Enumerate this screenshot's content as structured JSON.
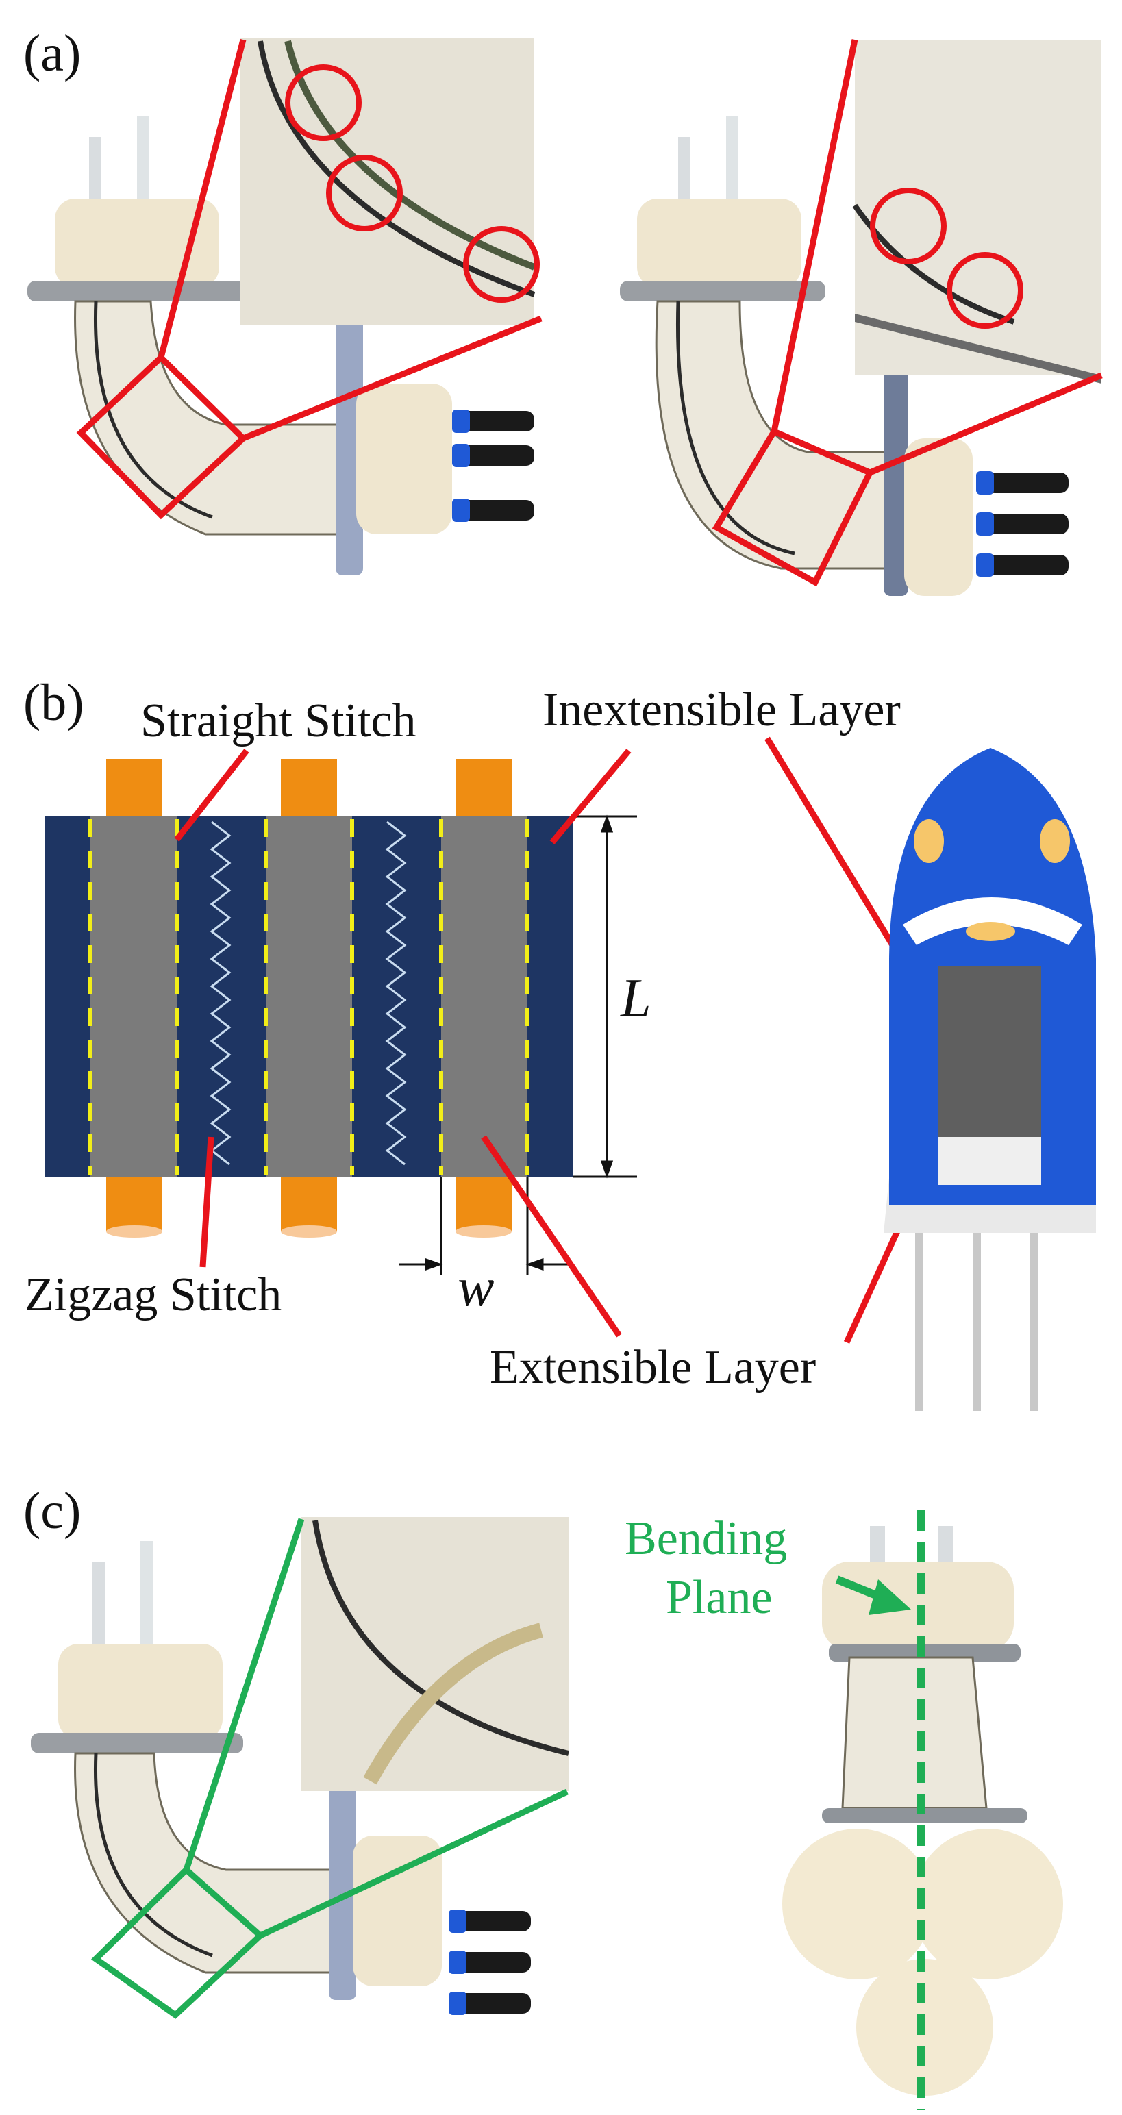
{
  "figure": {
    "panels": [
      "(a)",
      "(b)",
      "(c)"
    ],
    "panel_b": {
      "labels": {
        "straight_stitch": "Straight Stitch",
        "inextensible_layer": "Inextensible Layer",
        "zigzag_stitch": "Zigzag Stitch",
        "extensible_layer": "Extensible Layer",
        "length_symbol": "L",
        "width_symbol": "w"
      }
    },
    "panel_c": {
      "labels": {
        "bending_plane_line1": "Bending",
        "bending_plane_line2": "Plane"
      }
    },
    "colors": {
      "callout_red": "#e8141b",
      "callout_green": "#1fae55",
      "fabric_navy": "#1e3563",
      "fabric_gray": "#7b7b7b",
      "tube_orange": "#ef8d12",
      "stitch_yellow": "#f2ee18",
      "actuator_blue": "#1f59d6"
    }
  }
}
